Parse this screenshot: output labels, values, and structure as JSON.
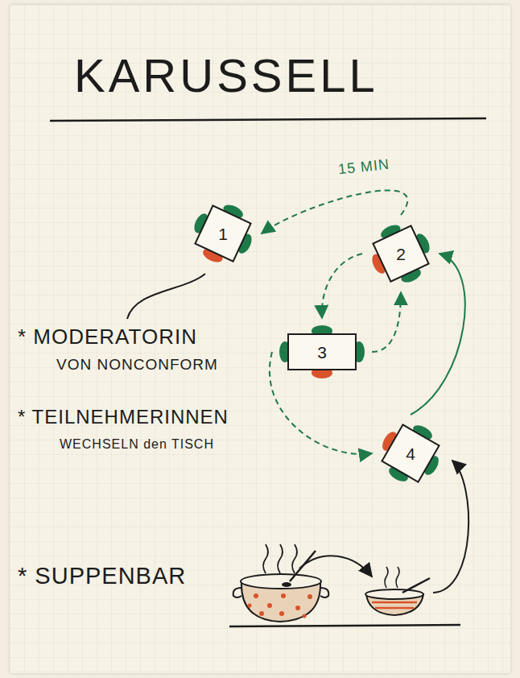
{
  "diagram": {
    "title": "KARUSSELL",
    "nodes": [
      {
        "text": [
          "1"
        ]
      },
      {
        "text": [
          "2"
        ]
      },
      {
        "text": [
          "3"
        ]
      },
      {
        "text": [
          "4"
        ]
      }
    ],
    "edges": [
      {
        "from": 1,
        "to": 0,
        "arrow": "to",
        "label": "15 MIN"
      },
      {
        "from": 1,
        "to": 2,
        "arrow": "to"
      },
      {
        "from": 2,
        "to": 1,
        "arrow": "to"
      },
      {
        "from": 2,
        "to": 3,
        "arrow": "to"
      },
      {
        "from": 3,
        "to": 1,
        "arrow": "to"
      }
    ],
    "labels": [
      "* MODERATORIN",
      "VON NONCONFORM",
      "* TEILNEHMERINNEN",
      "WECHSELN den TISCH",
      "* SUPPENBAR"
    ]
  }
}
